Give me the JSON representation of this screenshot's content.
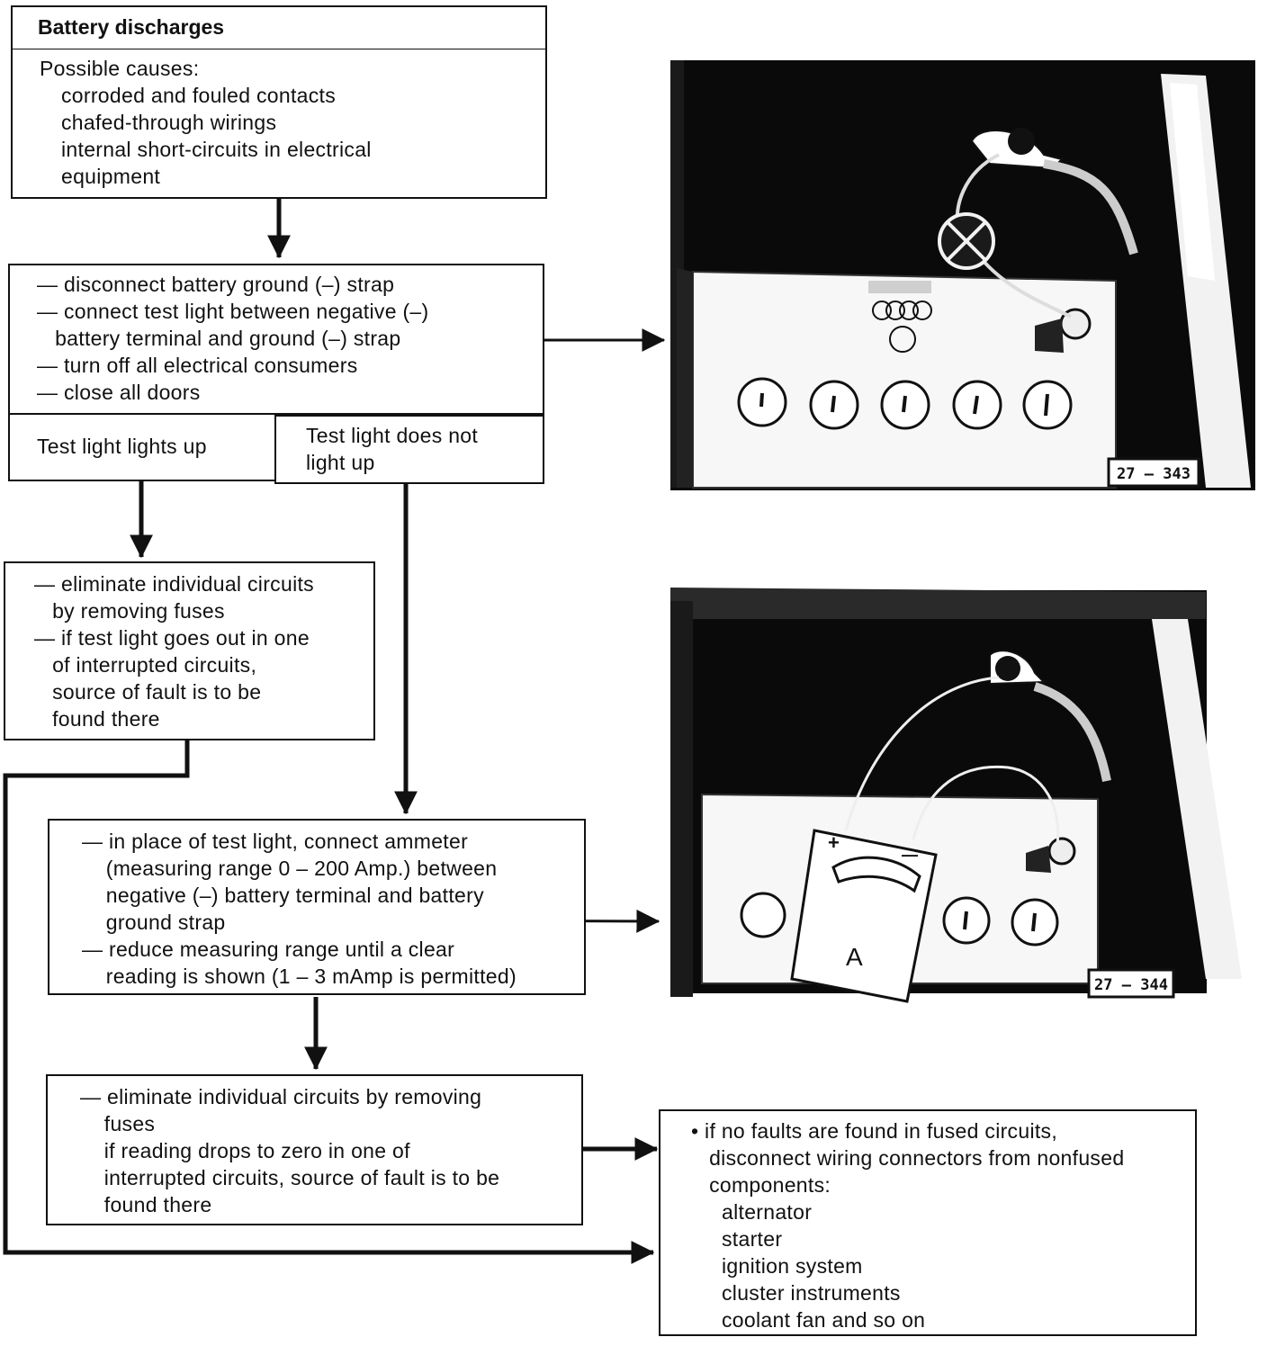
{
  "title": "Battery discharges",
  "causes": {
    "heading": "Possible causes:",
    "items": [
      "corroded and fouled contacts",
      "chafed-through wirings",
      "internal short-circuits in electrical",
      "equipment"
    ]
  },
  "test_light_steps": [
    "— disconnect battery ground (–) strap",
    "— connect test light between negative (–)",
    "   battery terminal and ground (–) strap",
    "— turn off all electrical consumers",
    "— close all doors"
  ],
  "branch_lights_up": "Test light lights up",
  "branch_not_lit": [
    "Test light does not",
    "light up"
  ],
  "eliminate_fuses_light": [
    "— eliminate individual circuits",
    "   by removing fuses",
    "— if test light goes out in one",
    "   of interrupted circuits,",
    "   source of fault is to be",
    "   found there"
  ],
  "ammeter_steps": [
    "— in place of test light, connect ammeter",
    "    (measuring range 0 – 200 Amp.) between",
    "    negative (–) battery terminal and battery",
    "    ground strap",
    "— reduce measuring range until a clear",
    "    reading is shown (1 – 3 mAmp is permitted)"
  ],
  "eliminate_fuses_ammeter": [
    "— eliminate individual circuits by removing",
    "    fuses",
    "    if reading drops to zero in one of",
    "    interrupted circuits, source of fault is to be",
    "    found there"
  ],
  "nonfused": {
    "intro": [
      "• if no faults are found in fused circuits,",
      "   disconnect wiring connectors from nonfused",
      "   components:"
    ],
    "components": [
      "alternator",
      "starter",
      "ignition system",
      "cluster instruments",
      "coolant fan and so on"
    ]
  },
  "figures": {
    "top_id": "27 – 343",
    "bottom_id": "27 – 344",
    "ammeter_letter": "A",
    "plus": "+",
    "minus": "—"
  }
}
